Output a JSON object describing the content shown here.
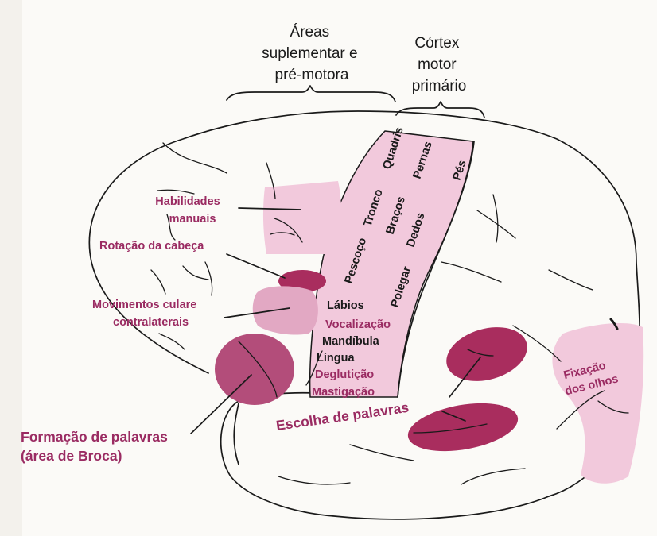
{
  "headers": {
    "supplementary": [
      "Áreas",
      "suplementar e",
      "pré-motora"
    ],
    "primary": [
      "Córtex",
      "motor",
      "primário"
    ]
  },
  "motor_strip": {
    "upper": [
      "Pescoço",
      "Tronco",
      "Quadris"
    ],
    "middle": [
      "Braços",
      "Pernas"
    ],
    "lower": [
      "Polegar",
      "Dedos",
      "Pés"
    ]
  },
  "face_labels": {
    "lips": "Lábios",
    "vocalization": "Vocalização",
    "jaw": "Mandíbula",
    "tongue": "Língua",
    "swallowing": "Deglutição",
    "chewing": "Mastigação"
  },
  "area_labels": {
    "hand_skills": [
      "Habilidades",
      "manuais"
    ],
    "head_rotation": "Rotação da cabeça",
    "eye_movements": [
      "Movimentos culare",
      "contralaterais"
    ],
    "broca": [
      "Formação de palavras",
      "(área de Broca)"
    ],
    "word_choice": "Escolha de palavras",
    "eye_fixation": [
      "Fixação",
      "dos olhos"
    ]
  },
  "colors": {
    "light_pink": "#f2c9dc",
    "mid_pink": "#b34d7a",
    "dark_pink": "#a92d5e",
    "label_magenta": "#9a2b62"
  }
}
